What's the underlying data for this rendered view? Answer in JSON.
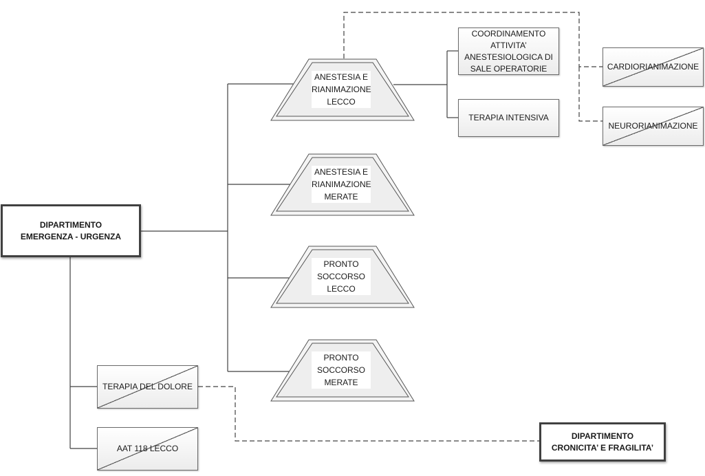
{
  "root": {
    "line1": "DIPARTIMENTO",
    "line2": "EMERGENZA - URGENZA"
  },
  "units": [
    {
      "lines": [
        "ANESTESIA E",
        "RIANIMAZIONE",
        "LECCO"
      ]
    },
    {
      "lines": [
        "ANESTESIA E",
        "RIANIMAZIONE",
        "MERATE"
      ]
    },
    {
      "lines": [
        "PRONTO",
        "SOCCORSO",
        "LECCO"
      ]
    },
    {
      "lines": [
        "PRONTO",
        "SOCCORSO",
        "MERATE"
      ]
    }
  ],
  "sub_units": {
    "coordinamento": [
      "COORDINAMENTO",
      "ATTIVITA’",
      "ANESTESIOLOGICA DI",
      "SALE OPERATORIE"
    ],
    "terapia_intensiva": "TERAPIA INTENSIVA"
  },
  "functional_units": {
    "cardio": "CARDIORIANIMAZIONE",
    "neuro": "NEURORIANIMAZIONE",
    "terapia_dolore": "TERAPIA DEL DOLORE",
    "aat": "AAT 118 LECCO"
  },
  "external_department": {
    "line1": "DIPARTIMENTO",
    "line2": "CRONICITA’ E FRAGILITA’"
  },
  "colors": {
    "line": "#404040",
    "border": "#6a6a6a",
    "fill_top": "#ffffff",
    "fill_bottom": "#ececec"
  }
}
